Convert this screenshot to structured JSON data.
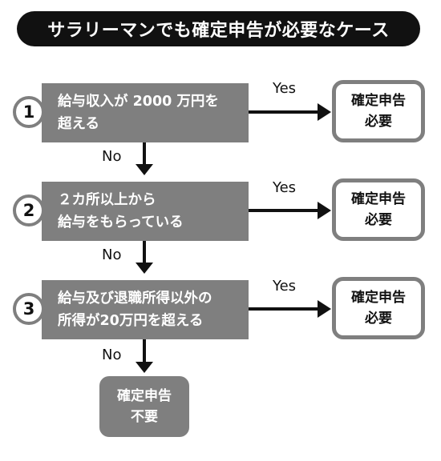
{
  "title": "サラリーマンでも確定申告が必要なケース",
  "steps": [
    {
      "number": "1",
      "line1": "給与収入が 2000 万円を",
      "line2": "超える"
    },
    {
      "number": "2",
      "line1": "２カ所以上から",
      "line2": "給与をもらっている"
    },
    {
      "number": "3",
      "line1": "給与及び退職所得以外の",
      "line2": "所得が20万円を超える"
    }
  ],
  "result": {
    "line1": "確定申告",
    "line2": "必要"
  },
  "final": {
    "line1": "確定申告",
    "line2": "不要"
  },
  "labels": {
    "yes": "Yes",
    "no": "No"
  }
}
